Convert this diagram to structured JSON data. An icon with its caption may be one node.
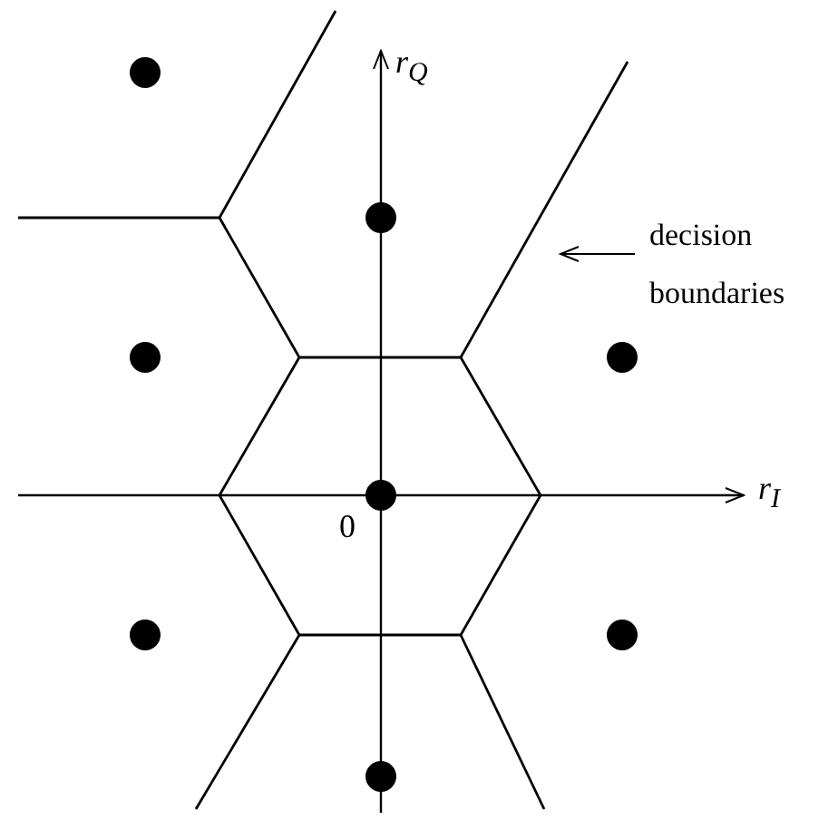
{
  "diagram": {
    "nodes": [
      {
        "text": [
          "decision boundaries"
        ]
      },
      {
        "text": [],
        "shape": "line"
      }
    ],
    "edges": [
      {
        "from": 0,
        "to": 1,
        "arrow": "to"
      }
    ],
    "labels": [
      "r$_{Q}$",
      "r$_{I}$",
      "0"
    ]
  }
}
